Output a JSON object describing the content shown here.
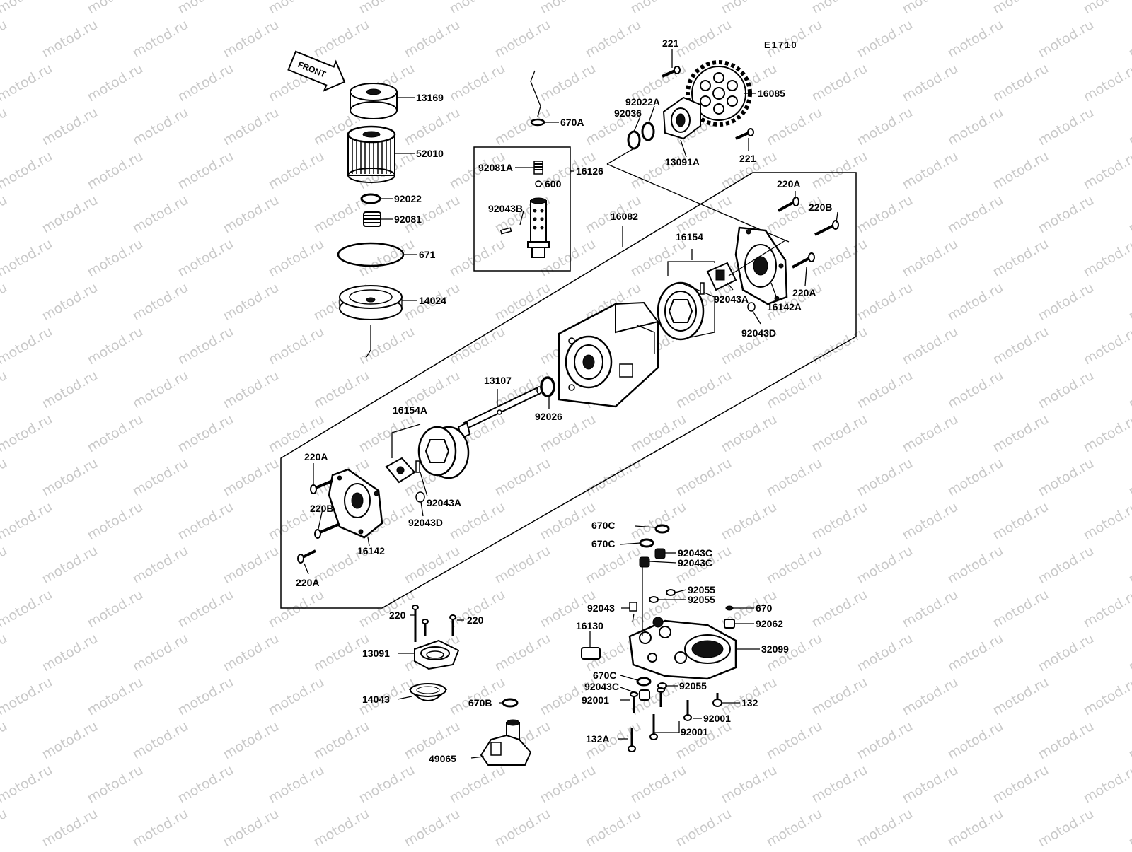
{
  "watermark": "motod.ru",
  "figure_code": "E1710",
  "front_arrow": "FRONT",
  "colors": {
    "ink": "#000000",
    "paper": "#ffffff",
    "watermark": "#c9c9c9"
  },
  "labels": {
    "p13169": "13169",
    "p52010": "52010",
    "p92022": "92022",
    "p92081": "92081",
    "p671": "671",
    "p14024": "14024",
    "p670A": "670A",
    "p16126": "16126",
    "p92081A": "92081A",
    "p600": "600",
    "p92043B": "92043B",
    "p221a": "221",
    "p221b": "221",
    "p16085": "16085",
    "p92022A": "92022A",
    "p92036": "92036",
    "p13091A": "13091A",
    "p16082": "16082",
    "p220A_r1": "220A",
    "p220B_r": "220B",
    "p220A_r2": "220A",
    "p16154": "16154",
    "p92043A_r": "92043A",
    "p16142A": "16142A",
    "p92043D_r": "92043D",
    "p13107": "13107",
    "p92026": "92026",
    "p16154A": "16154A",
    "p220A_l1": "220A",
    "p220B_l": "220B",
    "p220A_l2": "220A",
    "p92043A_l": "92043A",
    "p92043D_l": "92043D",
    "p16142": "16142",
    "p220_1": "220",
    "p220_2": "220",
    "p13091": "13091",
    "p14043": "14043",
    "p670B": "670B",
    "p49065": "49065",
    "p670C_1": "670C",
    "p670C_2": "670C",
    "p92043C_1": "92043C",
    "p92043C_2": "92043C",
    "p92055_1": "92055",
    "p92055_2": "92055",
    "p92043": "92043",
    "p670": "670",
    "p92062": "92062",
    "p16130": "16130",
    "p32099": "32099",
    "p670C_3": "670C",
    "p92043C_3": "92043C",
    "p92055_3": "92055",
    "p92001_1": "92001",
    "p132": "132",
    "p92001_2": "92001",
    "p132A": "132A",
    "p92001_3": "92001"
  }
}
